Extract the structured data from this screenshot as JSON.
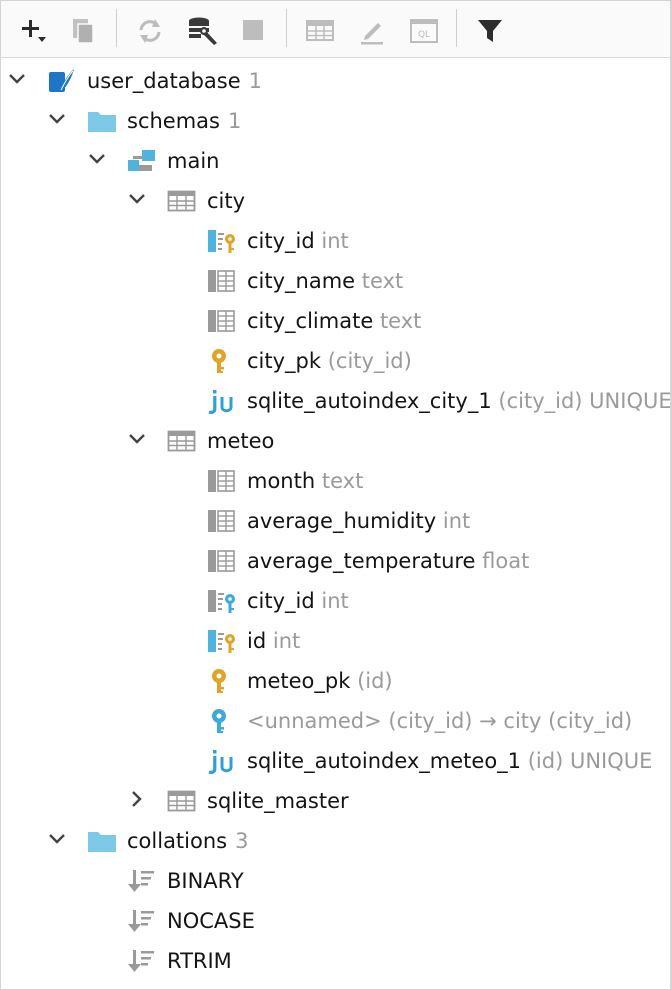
{
  "toolbar": {
    "buttons": [
      {
        "icon": "add-icon"
      },
      {
        "icon": "duplicate-icon"
      },
      {
        "icon": "refresh-icon"
      },
      {
        "icon": "data-source-properties-icon"
      },
      {
        "icon": "stop-icon"
      },
      {
        "icon": "table-editor-icon"
      },
      {
        "icon": "edit-icon"
      },
      {
        "icon": "query-console-icon"
      },
      {
        "icon": "filter-icon"
      }
    ]
  },
  "tree": {
    "database": {
      "name": "user_database",
      "count": "1"
    },
    "schemas": {
      "name": "schemas",
      "count": "1"
    },
    "schema": {
      "name": "main"
    },
    "city": {
      "name": "city",
      "items": [
        {
          "name": "city_id",
          "meta": "int"
        },
        {
          "name": "city_name",
          "meta": "text"
        },
        {
          "name": "city_climate",
          "meta": "text"
        },
        {
          "name": "city_pk",
          "meta": "(city_id)"
        },
        {
          "name": "sqlite_autoindex_city_1",
          "meta": "(city_id) UNIQUE"
        }
      ]
    },
    "meteo": {
      "name": "meteo",
      "items": [
        {
          "name": "month",
          "meta": "text"
        },
        {
          "name": "average_humidity",
          "meta": "int"
        },
        {
          "name": "average_temperature",
          "meta": "float"
        },
        {
          "name": "city_id",
          "meta": "int"
        },
        {
          "name": "id",
          "meta": "int"
        },
        {
          "name": "meteo_pk",
          "meta": "(id)"
        },
        {
          "name": "<unnamed>",
          "meta": "(city_id) → city (city_id)"
        },
        {
          "name": "sqlite_autoindex_meteo_1",
          "meta": "(id) UNIQUE"
        }
      ]
    },
    "sqlite_master": {
      "name": "sqlite_master"
    },
    "collations": {
      "name": "collations",
      "count": "3",
      "items": [
        {
          "name": "BINARY"
        },
        {
          "name": "NOCASE"
        },
        {
          "name": "RTRIM"
        }
      ]
    }
  }
}
